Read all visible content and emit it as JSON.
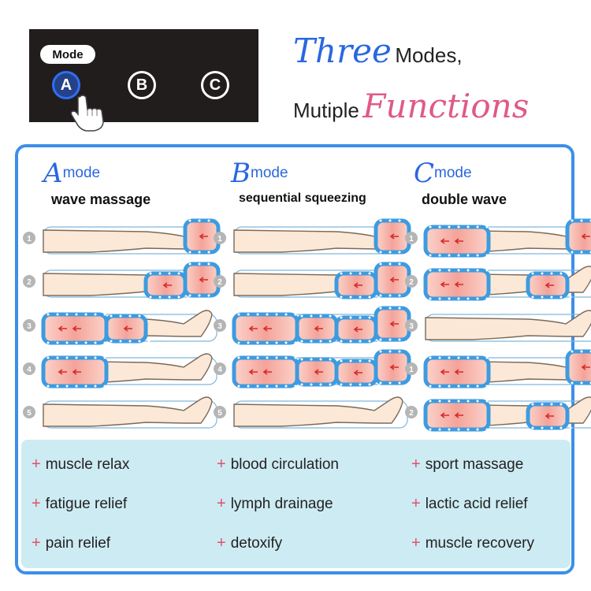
{
  "panel": {
    "mode_label": "Mode",
    "buttons": [
      "A",
      "B",
      "C"
    ],
    "selected": "A"
  },
  "headline": {
    "line1_script": "Three",
    "line1_plain": "Modes,",
    "line2_plain": "Mutiple",
    "line2_script": "Functions"
  },
  "modes": [
    {
      "letter": "A",
      "word": "mode",
      "title": "wave massage",
      "steps": [
        "1",
        "2",
        "3",
        "4",
        "5"
      ]
    },
    {
      "letter": "B",
      "word": "mode",
      "title": "sequential squeezing",
      "steps": [
        "1",
        "2",
        "3",
        "4",
        "5"
      ]
    },
    {
      "letter": "C",
      "word": "mode",
      "title": "double wave",
      "steps": [
        "1",
        "2",
        "3",
        "1",
        "2"
      ]
    }
  ],
  "benefits": [
    [
      "muscle relax",
      "fatigue relief",
      "pain relief"
    ],
    [
      "blood circulation",
      "lymph drainage",
      "detoxify"
    ],
    [
      "sport massage",
      "lactic acid relief",
      "muscle recovery"
    ]
  ],
  "icons": {
    "plus": "plus-icon",
    "hand": "pointing-hand-icon",
    "step": "step-number-icon"
  },
  "colors": {
    "accent_blue": "#2a67e0",
    "accent_pink": "#e05a86",
    "card_border": "#3b8fe8",
    "benefit_bg": "#cdebf2",
    "panel_bg": "#221d1d",
    "cuff": "#4aa9e6",
    "heat": "#f4a39a"
  }
}
